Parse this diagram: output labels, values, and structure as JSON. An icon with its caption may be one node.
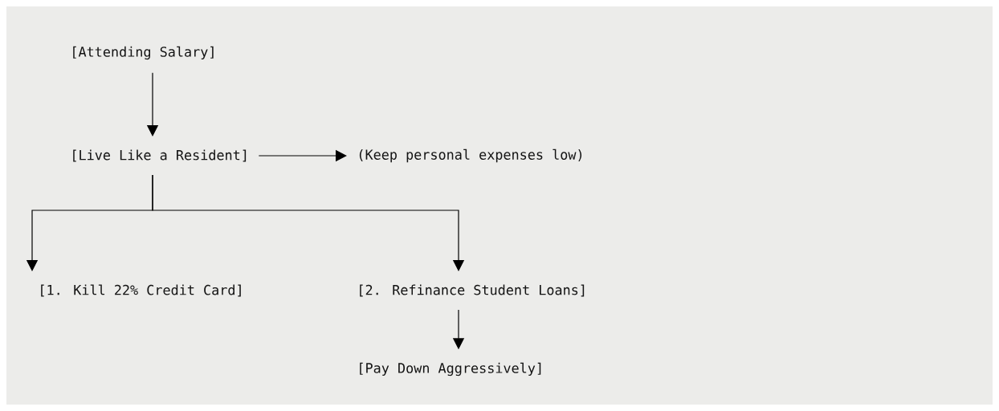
{
  "diagram": {
    "nodes": [
      {
        "text": [
          "[Attending Salary]"
        ]
      },
      {
        "text": [
          "[Live Like a Resident]"
        ]
      },
      {
        "text": [
          "(Keep personal expenses low)"
        ]
      },
      {
        "text": [
          "[1. Kill 22% Credit Card]"
        ]
      },
      {
        "text": [
          "[2. Refinance Student Loans]"
        ]
      },
      {
        "text": [
          "[Pay Down Aggressively]"
        ]
      }
    ],
    "edges": [
      {
        "from": 0,
        "to": 1,
        "arrow": "to"
      },
      {
        "from": 1,
        "to": 2,
        "arrow": "to"
      },
      {
        "from": 1,
        "to": 3,
        "arrow": "to"
      },
      {
        "from": 1,
        "to": 4,
        "arrow": "to"
      },
      {
        "from": 4,
        "to": 5,
        "arrow": "to"
      }
    ]
  }
}
